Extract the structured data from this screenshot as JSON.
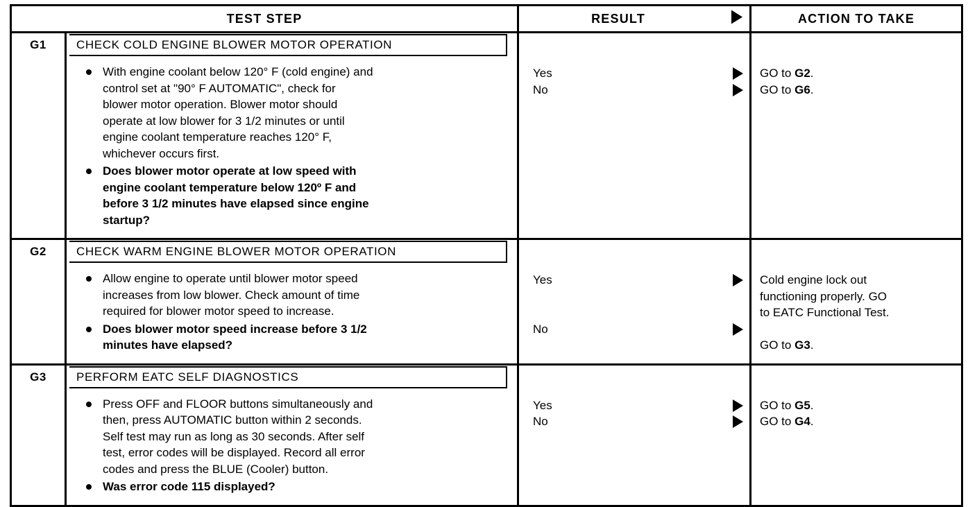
{
  "table": {
    "headers": {
      "test_step": "TEST STEP",
      "result": "RESULT",
      "action": "ACTION TO TAKE",
      "result_arrow_icon": "right-triangle-icon"
    },
    "sections": [
      {
        "id": "G1",
        "title": "CHECK COLD ENGINE BLOWER MOTOR OPERATION",
        "bullets": [
          {
            "bold": false,
            "lines": [
              "With engine coolant below 120° F (cold engine) and",
              "control set at \"90° F AUTOMATIC\", check for",
              "blower motor operation. Blower motor should",
              "operate at low blower for 3 1/2 minutes or until",
              "engine coolant temperature reaches 120° F,",
              "whichever occurs first."
            ]
          },
          {
            "bold": true,
            "lines": [
              "Does blower motor operate at low speed with",
              "engine coolant temperature below 120º F and",
              "before 3 1/2 minutes have elapsed since engine",
              "startup?"
            ]
          }
        ],
        "results": [
          {
            "label": "Yes",
            "arrow_icon": "right-triangle-icon",
            "gap": "none"
          },
          {
            "label": "No",
            "arrow_icon": "right-triangle-icon",
            "gap": "none"
          }
        ],
        "actions": [
          {
            "prefix": "GO to ",
            "target": "G2",
            "suffix": ".",
            "extra_lines": [],
            "gap": "none"
          },
          {
            "prefix": "GO to ",
            "target": "G6",
            "suffix": ".",
            "extra_lines": [],
            "gap": "none"
          }
        ]
      },
      {
        "id": "G2",
        "title": "CHECK WARM ENGINE BLOWER MOTOR OPERATION",
        "bullets": [
          {
            "bold": false,
            "lines": [
              "Allow engine to operate until blower motor speed",
              "increases from low blower. Check amount of time",
              "required for blower motor speed to increase."
            ]
          },
          {
            "bold": true,
            "lines": [
              "Does blower motor speed increase before 3 1/2",
              "minutes have elapsed?"
            ]
          }
        ],
        "results": [
          {
            "label": "Yes",
            "arrow_icon": "right-triangle-icon",
            "gap": "none"
          },
          {
            "label": "No",
            "arrow_icon": "right-triangle-icon",
            "gap": "large"
          }
        ],
        "actions": [
          {
            "prefix": "",
            "target": "",
            "suffix": "",
            "extra_lines": [
              "Cold engine lock out",
              "functioning properly. GO",
              "to EATC Functional Test."
            ],
            "gap": "none"
          },
          {
            "prefix": "GO to ",
            "target": "G3",
            "suffix": ".",
            "extra_lines": [],
            "gap": "small"
          }
        ]
      },
      {
        "id": "G3",
        "title": "PERFORM EATC SELF DIAGNOSTICS",
        "bullets": [
          {
            "bold": false,
            "lines": [
              "Press OFF and FLOOR buttons simultaneously and",
              "then, press AUTOMATIC button within 2 seconds.",
              "Self test may run as long as 30 seconds. After self",
              "test, error codes will be displayed. Record all error",
              "codes and press the BLUE (Cooler) button."
            ]
          },
          {
            "bold": true,
            "lines": [
              "Was error code 115 displayed?"
            ]
          }
        ],
        "results": [
          {
            "label": "Yes",
            "arrow_icon": "right-triangle-icon",
            "gap": "none"
          },
          {
            "label": "No",
            "arrow_icon": "right-triangle-icon",
            "gap": "none"
          }
        ],
        "actions": [
          {
            "prefix": "GO to ",
            "target": "G5",
            "suffix": ".",
            "extra_lines": [],
            "gap": "none"
          },
          {
            "prefix": "GO to ",
            "target": "G4",
            "suffix": ".",
            "extra_lines": [],
            "gap": "none"
          }
        ]
      }
    ]
  },
  "colors": {
    "ink": "#000000",
    "paper": "#ffffff"
  }
}
